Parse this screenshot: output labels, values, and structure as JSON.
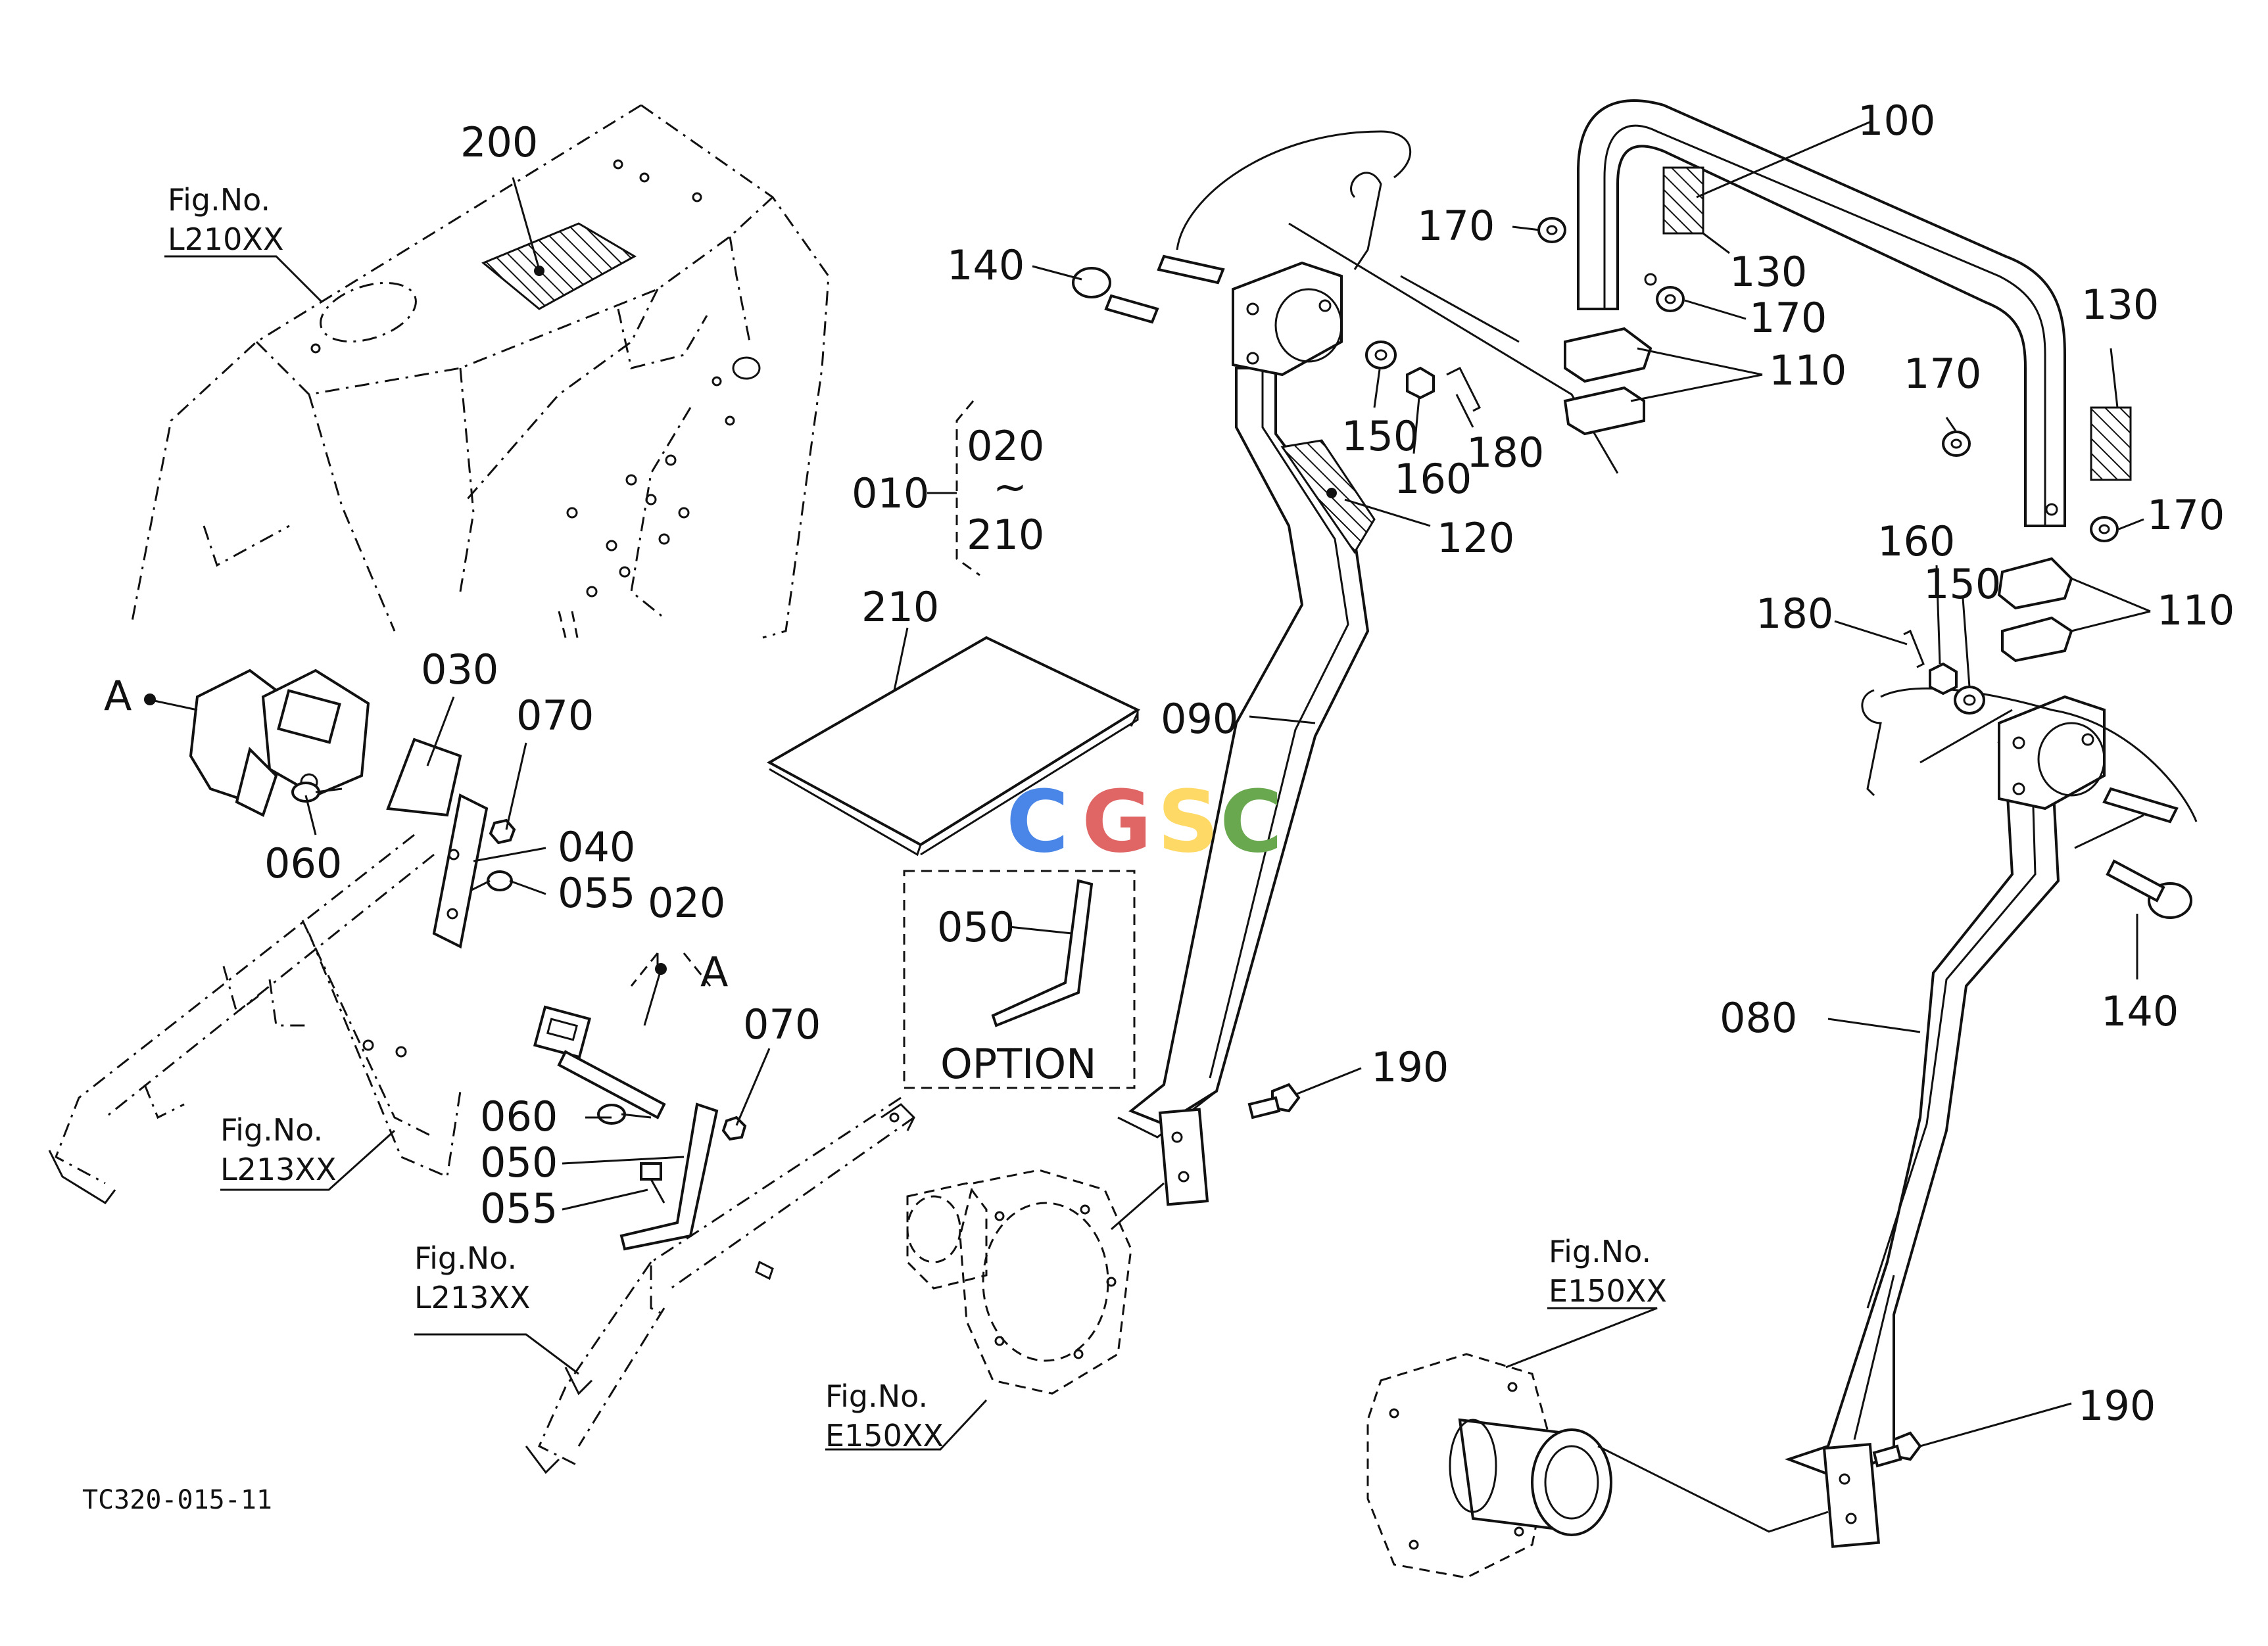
{
  "diagram": {
    "code": "TC320-015-11",
    "watermark": {
      "letters": [
        {
          "char": "C",
          "color": "#4a86e8"
        },
        {
          "char": "G",
          "color": "#e06666"
        },
        {
          "char": "S",
          "color": "#ffd966"
        },
        {
          "char": "C",
          "color": "#6aa84f"
        }
      ]
    },
    "fig_refs": {
      "l210": {
        "title": "Fig.No.",
        "code": "L210XX"
      },
      "l213a": {
        "title": "Fig.No.",
        "code": "L213XX"
      },
      "l213b": {
        "title": "Fig.No.",
        "code": "L213XX"
      },
      "e150a": {
        "title": "Fig.No.",
        "code": "E150XX"
      },
      "e150b": {
        "title": "Fig.No.",
        "code": "E150XX"
      }
    },
    "range": {
      "from": "010",
      "to_a": "020",
      "tilde": "~",
      "to_b": "210"
    },
    "detail_a": {
      "num": "020",
      "letter": "A"
    },
    "option": {
      "label": "OPTION",
      "part": "050"
    },
    "callouts": {
      "p200": "200",
      "pA": "A",
      "p030": "030",
      "p070a": "070",
      "p060a": "060",
      "p040": "040",
      "p055a": "055",
      "p070b": "070",
      "p060b": "060",
      "p050": "050",
      "p055b": "055",
      "p210": "210",
      "p140a": "140",
      "p150a": "150",
      "p160a": "160",
      "p180a": "180",
      "p120": "120",
      "p090": "090",
      "p190a": "190",
      "p100": "100",
      "p170a": "170",
      "p130a": "130",
      "p170b": "170",
      "p110a": "110",
      "p130b": "130",
      "p170c": "170",
      "p170d": "170",
      "p160b": "160",
      "p150b": "150",
      "p180b": "180",
      "p110b": "110",
      "p080": "080",
      "p140b": "140",
      "p190b": "190"
    }
  }
}
